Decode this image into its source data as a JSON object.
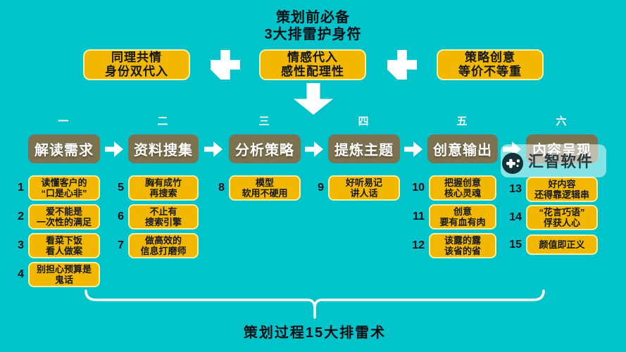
{
  "header": {
    "title_line1": "策划前必备",
    "title_line2": "3大排雷护身符"
  },
  "amulets": [
    {
      "lines": [
        "同理共情",
        "身份双代入"
      ]
    },
    {
      "lines": [
        "情感代入",
        "感性配理性"
      ]
    },
    {
      "lines": [
        "策略创意",
        "等价不等重"
      ]
    }
  ],
  "stages": [
    {
      "numeral": "一",
      "title": "解读需求",
      "items": [
        {
          "no": "1",
          "lines": [
            "读懂客户的",
            "“口是心非”"
          ]
        },
        {
          "no": "2",
          "lines": [
            "爱不能是",
            "一次性的满足"
          ]
        },
        {
          "no": "3",
          "lines": [
            "看菜下饭",
            "看人做案"
          ]
        },
        {
          "no": "4",
          "lines": [
            "别担心预算是",
            "鬼话"
          ]
        }
      ]
    },
    {
      "numeral": "二",
      "title": "资料搜集",
      "items": [
        {
          "no": "5",
          "lines": [
            "胸有成竹",
            "再搜索"
          ]
        },
        {
          "no": "6",
          "lines": [
            "不止有",
            "搜索引擎"
          ]
        },
        {
          "no": "7",
          "lines": [
            "做高效的",
            "信息打磨师"
          ]
        }
      ]
    },
    {
      "numeral": "三",
      "title": "分析策略",
      "items": [
        {
          "no": "8",
          "lines": [
            "模型",
            "软用不硬用"
          ]
        }
      ]
    },
    {
      "numeral": "四",
      "title": "提炼主题",
      "items": [
        {
          "no": "9",
          "lines": [
            "好听易记",
            "讲人话"
          ]
        }
      ]
    },
    {
      "numeral": "五",
      "title": "创意输出",
      "items": [
        {
          "no": "10",
          "lines": [
            "把握创意",
            "核心灵魂"
          ]
        },
        {
          "no": "11",
          "lines": [
            "创意",
            "要有血有肉"
          ]
        },
        {
          "no": "12",
          "lines": [
            "该露的露",
            "该省的省"
          ]
        }
      ]
    },
    {
      "numeral": "六",
      "title": "内容呈现",
      "items": [
        {
          "no": "13",
          "lines": [
            "好内容",
            "还得靠逻辑串"
          ]
        },
        {
          "no": "14",
          "lines": [
            "“花言巧语”",
            "俘获人心"
          ]
        },
        {
          "no": "15",
          "lines": [
            "颜值即正义"
          ]
        }
      ]
    }
  ],
  "footer": {
    "label": "策划过程15大排雷术"
  },
  "watermark": {
    "text": "汇智软件",
    "icon": "game-controller-icon"
  },
  "icons": {
    "plus": "plus-icon",
    "down_arrow": "down-arrow-icon",
    "flow_arrow": "right-arrow-icon",
    "brace": "under-brace"
  },
  "colors": {
    "background": "#00C4CA",
    "box_yellow": "#F2B800",
    "box_border": "#F6F0A2",
    "stage_header": "#7C7250",
    "white": "#FFFFFF",
    "dark_text": "#12161D"
  }
}
